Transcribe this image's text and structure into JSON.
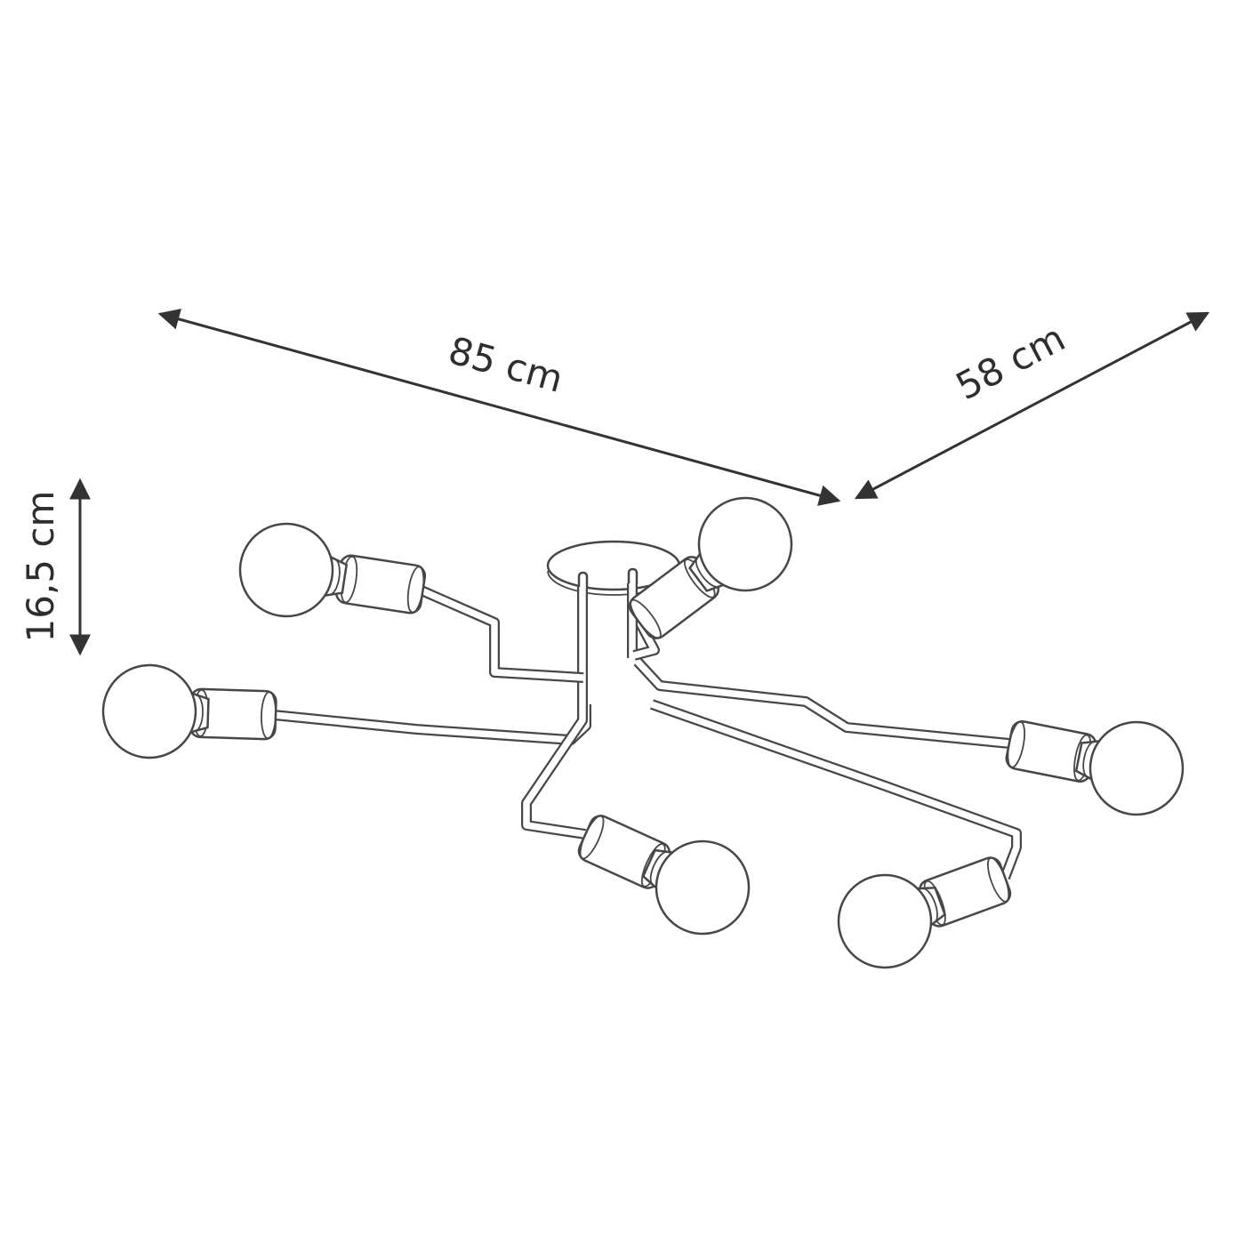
{
  "dimensions": {
    "width": "85 cm",
    "depth": "58 cm",
    "height": "16,5 cm"
  },
  "colors": {
    "line": "#474747",
    "dimension": "#333333",
    "background": "#ffffff"
  }
}
